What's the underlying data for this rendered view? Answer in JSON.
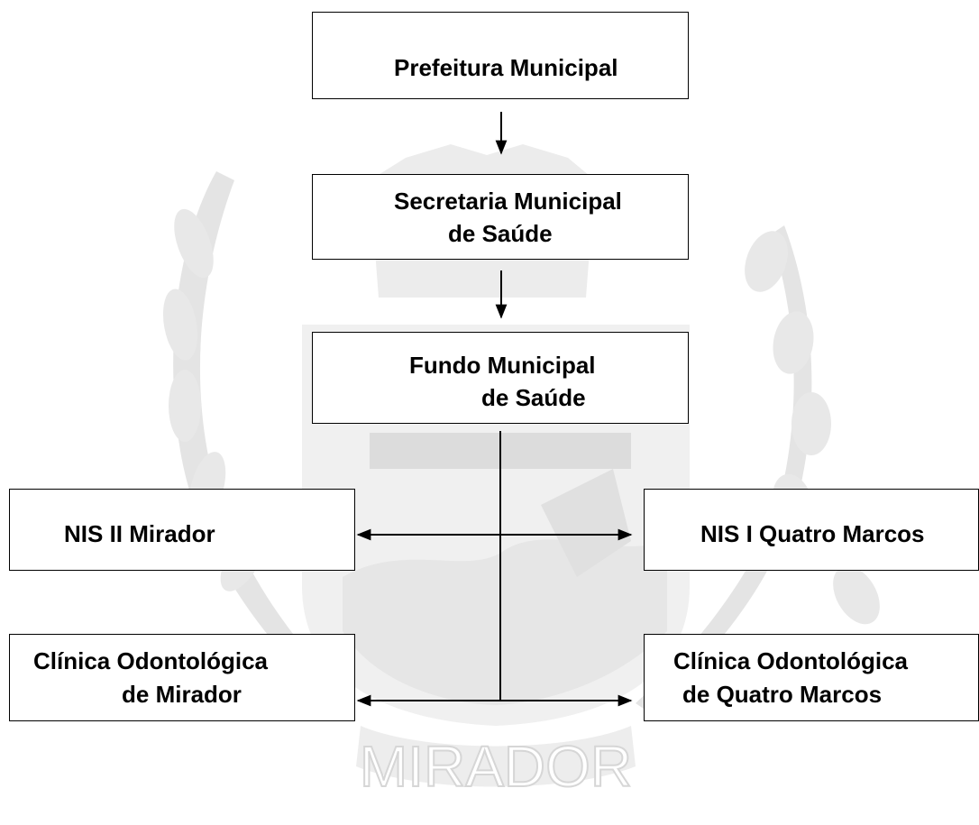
{
  "colors": {
    "box_border": "#000000",
    "connector": "#000000",
    "watermark": "#d9d9d9",
    "background": "#ffffff"
  },
  "watermark": {
    "text": "MIRADOR",
    "depicts": "municipal-coat-of-arms"
  },
  "nodes": {
    "prefeitura": {
      "line1": "Prefeitura Municipal"
    },
    "secretaria": {
      "line1": "Secretaria Municipal",
      "line2": "de Saúde"
    },
    "fundo": {
      "line1": "Fundo Municipal",
      "line2": "de Saúde"
    },
    "nis_mirador": {
      "line1": "NIS II Mirador"
    },
    "nis_quatro_marcos": {
      "line1": "NIS I Quatro Marcos"
    },
    "clinica_mirador": {
      "line1": "Clínica Odontológica",
      "line2": "de Mirador"
    },
    "clinica_quatro_marcos": {
      "line1": "Clínica Odontológica",
      "line2": "de Quatro Marcos"
    }
  }
}
